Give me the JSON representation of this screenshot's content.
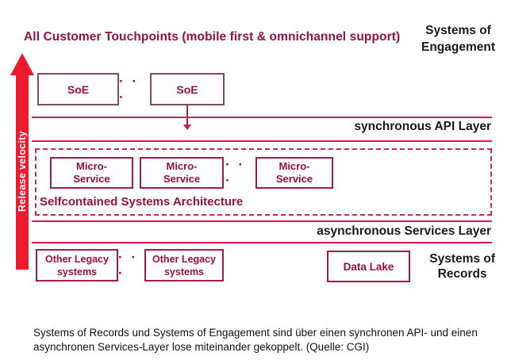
{
  "colors": {
    "maroon_text": "#981040",
    "bright_red_arrow": "#ec1b2d",
    "crimson_line": "#d81b4e",
    "box_border": "#9f1c4c",
    "soe_box_border": "#7d4e64",
    "text_black": "#1a1a1a"
  },
  "header": {
    "title": "All Customer Touchpoints (mobile first & omnichannel support)",
    "systems_of_engagement": "Systems of\nEngagement"
  },
  "release_arrow": {
    "label": "Release velocity"
  },
  "soe_row": {
    "box1": "SoE",
    "box2": "SoE",
    "dots": "· · ·"
  },
  "api_layer": {
    "label": "synchronous API Layer"
  },
  "scs": {
    "label": "Selfcontained Systems Architecture",
    "box1": "Micro-\nService",
    "box2": "Micro-\nService",
    "dots": "· · ·",
    "box3": "Micro-\nService"
  },
  "services_layer": {
    "label": "asynchronous Services Layer"
  },
  "records_row": {
    "box1": "Other Legacy\nsystems",
    "dots": "· · ·",
    "box2": "Other Legacy\nsystems",
    "data_lake": "Data Lake",
    "systems_of_records": "Systems of\nRecords"
  },
  "caption": "Systems of Records und Systems of Engagement sind über einen synchronen API- und einen asynchronen Services-Layer lose miteinander gekoppelt. (Quelle: CGI)"
}
